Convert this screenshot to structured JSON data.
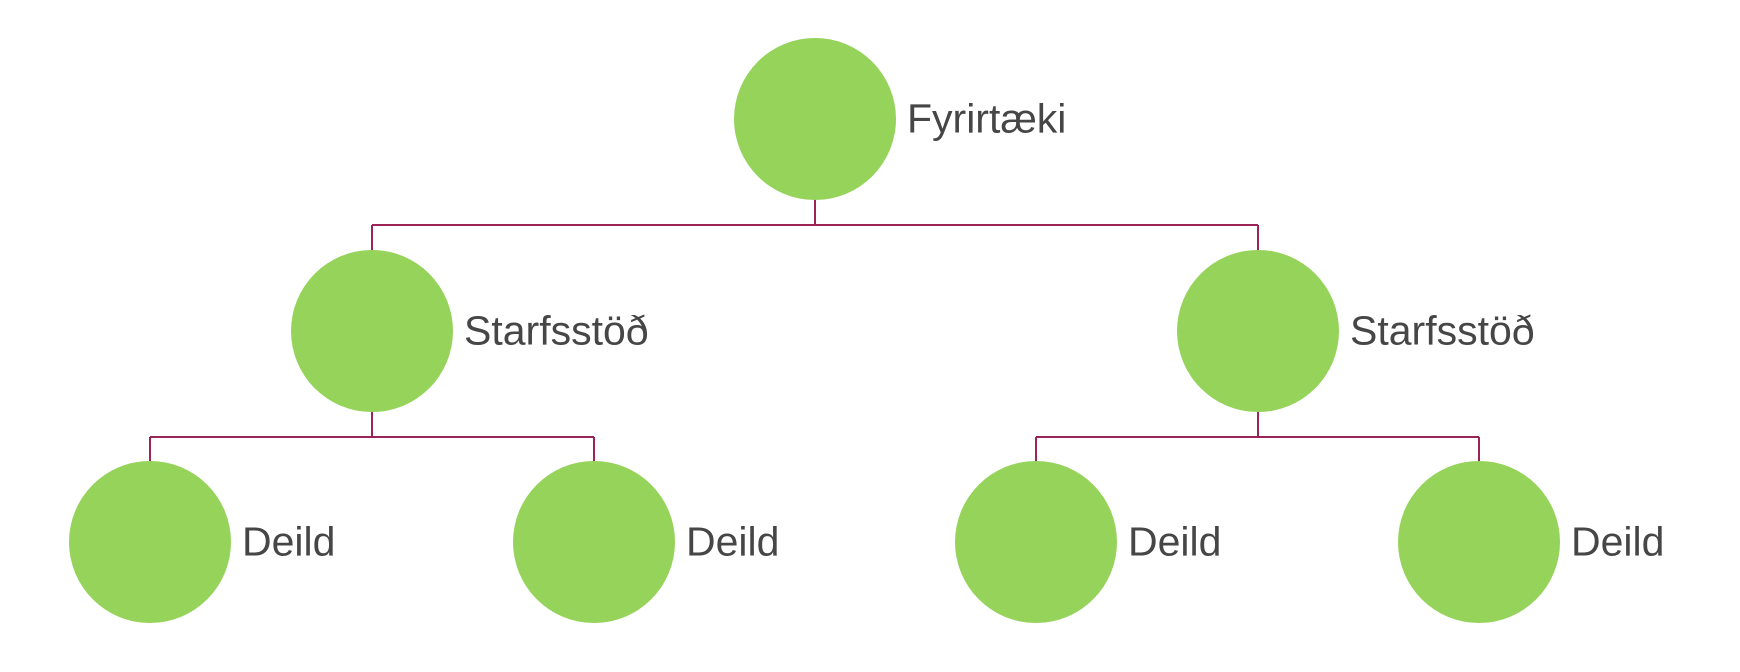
{
  "colors": {
    "node_fill": "#95d35a",
    "connector": "#9b2457",
    "label_text": "#464646"
  },
  "org_chart": {
    "root": {
      "label": "Fyrirtæki"
    },
    "branches": [
      {
        "label": "Starfsstöð",
        "children": [
          {
            "label": "Deild"
          },
          {
            "label": "Deild"
          }
        ]
      },
      {
        "label": "Starfsstöð",
        "children": [
          {
            "label": "Deild"
          },
          {
            "label": "Deild"
          }
        ]
      }
    ]
  }
}
